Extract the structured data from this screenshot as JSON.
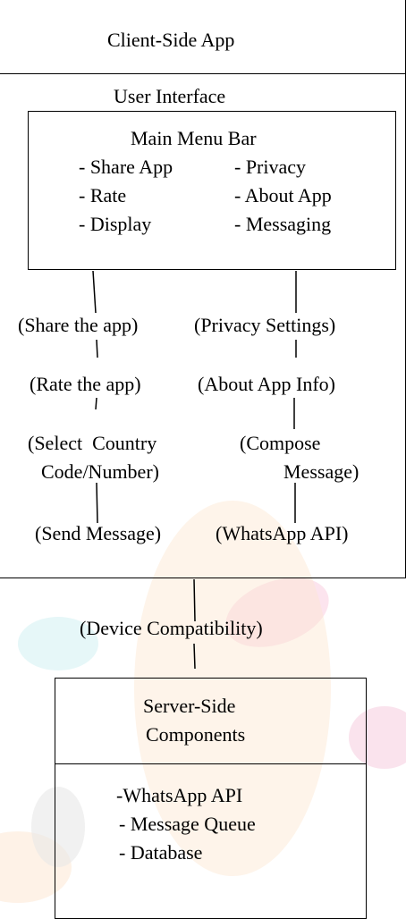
{
  "client": {
    "title": "Client-Side App",
    "ui_label": "User Interface",
    "menu": {
      "title": "Main Menu Bar",
      "left": [
        "- Share App",
        "- Rate",
        "- Display"
      ],
      "right": [
        "- Privacy",
        "- About App",
        "- Messaging"
      ]
    },
    "flows": {
      "share": "(Share the app)",
      "privacy": "(Privacy Settings)",
      "rate": "(Rate the app)",
      "about": "(About App Info)",
      "select_1": "(Select  Country",
      "select_2": "Code/Number)",
      "compose_1": "(Compose",
      "compose_2": "Message)",
      "send": "(Send Message)",
      "api": "(WhatsApp API)"
    }
  },
  "link_label": "(Device Compatibility)",
  "server": {
    "title_1": "Server-Side",
    "title_2": "Components",
    "items": [
      "-WhatsApp API",
      "- Message Queue",
      "- Database"
    ]
  },
  "colors": {
    "watermark_orange": "#fbe0c8",
    "watermark_pink": "#f6c8dc",
    "watermark_teal": "#cfeef0",
    "watermark_gray": "#e6e6e6"
  }
}
